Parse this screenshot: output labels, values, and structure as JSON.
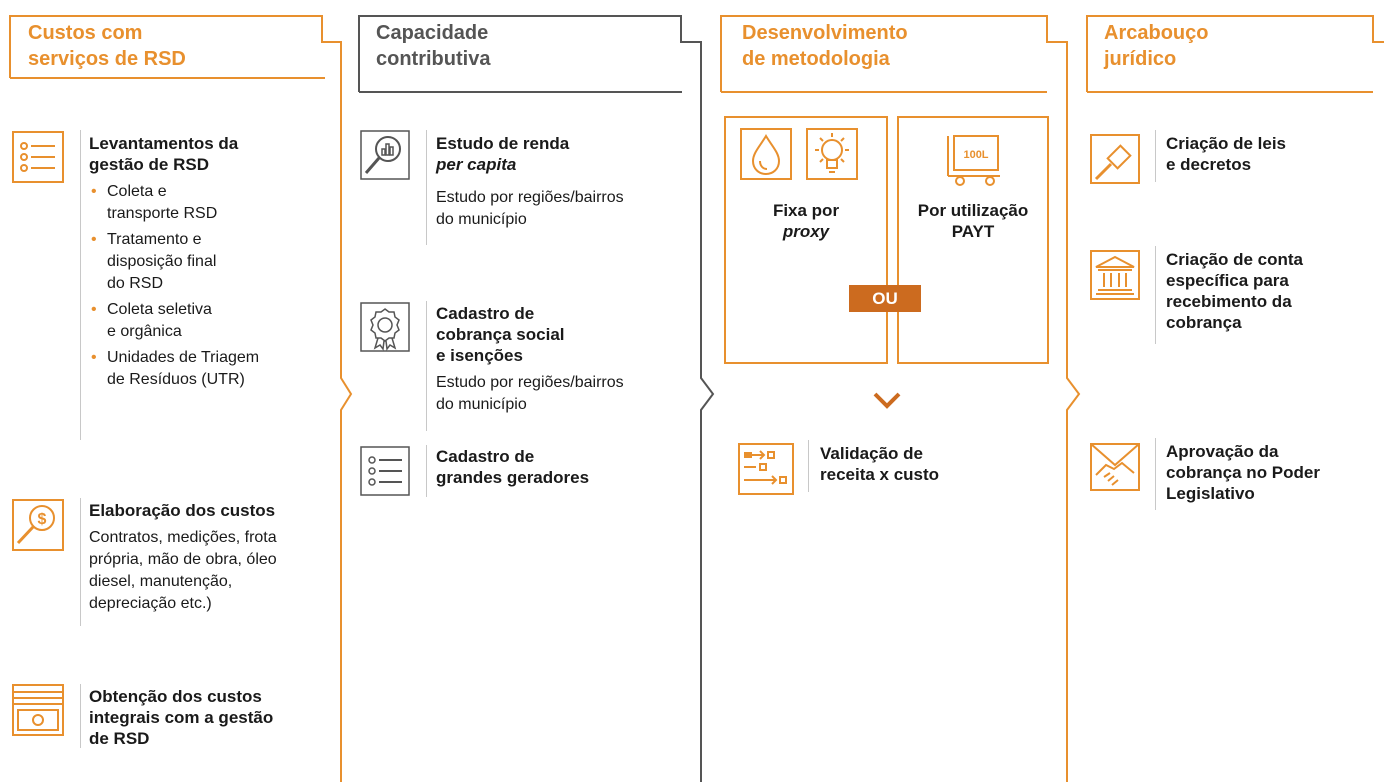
{
  "columns": [
    {
      "title_l1": "Custos com",
      "title_l2": "serviços de RSD"
    },
    {
      "title_l1": "Capacidade",
      "title_l2": "contributiva"
    },
    {
      "title_l1": "Desenvolvimento",
      "title_l2": "de metodologia"
    },
    {
      "title_l1": "Arcabouço",
      "title_l2": "jurídico"
    }
  ],
  "col1": {
    "levantamentos": {
      "title_l1": "Levantamentos da",
      "title_l2": "gestão de RSD",
      "items": [
        {
          "l1": "Coleta e",
          "l2": "transporte RSD"
        },
        {
          "l1": "Tratamento e",
          "l2": "disposição final",
          "l3": "do RSD"
        },
        {
          "l1": "Coleta seletiva",
          "l2": "e orgânica"
        },
        {
          "l1": "Unidades de Triagem",
          "l2": "de Resíduos (UTR)"
        }
      ],
      "icon": "list-icon"
    },
    "elaboracao": {
      "title": "Elaboração dos custos",
      "l1": "Contratos, medições, frota",
      "l2": "própria, mão de obra, óleo",
      "l3": "diesel, manutenção,",
      "l4": "depreciação etc.)",
      "icon": "magnifier-dollar-icon"
    },
    "obtencao": {
      "l1": "Obtenção dos custos",
      "l2": "integrais com a gestão",
      "l3": "de RSD",
      "icon": "banknotes-icon"
    }
  },
  "col2": {
    "renda": {
      "title_l1": "Estudo de renda",
      "title_l2": "per capita",
      "desc_l1": "Estudo por regiões/bairros",
      "desc_l2": "do município",
      "icon": "magnifier-chart-icon"
    },
    "cadastro_social": {
      "title_l1": "Cadastro de",
      "title_l2": "cobrança social",
      "title_l3": "e isenções",
      "desc_l1": "Estudo por regiões/bairros",
      "desc_l2": "do município",
      "icon": "award-ribbon-icon"
    },
    "grandes": {
      "title_l1": "Cadastro de",
      "title_l2": "grandes geradores",
      "icon": "list-icon"
    }
  },
  "col3": {
    "fixa": {
      "l1": "Fixa por",
      "l2": "proxy",
      "icons": [
        "water-drop-icon",
        "light-bulb-icon"
      ]
    },
    "payt": {
      "l1": "Por utilização",
      "l2": "PAYT",
      "bin_label": "100L",
      "icon": "waste-bin-icon"
    },
    "ou": "OU",
    "arrow": "chevron-down-icon",
    "validacao": {
      "l1": "Validação de",
      "l2": "receita x custo",
      "icon": "flow-chart-icon"
    }
  },
  "col4": {
    "leis": {
      "l1": "Criação de leis",
      "l2": "e decretos",
      "icon": "gavel-icon"
    },
    "conta": {
      "l1": "Criação de conta",
      "l2": "específica para",
      "l3": "recebimento da",
      "l4": "cobrança",
      "icon": "bank-icon"
    },
    "aprovacao": {
      "l1": "Aprovação da",
      "l2": "cobrança no Poder",
      "l3": "Legislativo",
      "icon": "handshake-icon"
    }
  },
  "colors": {
    "accent": "#e8902e",
    "ou_bg": "#cc6b1f",
    "gray": "#555555",
    "divider": "#c8c8c8"
  }
}
